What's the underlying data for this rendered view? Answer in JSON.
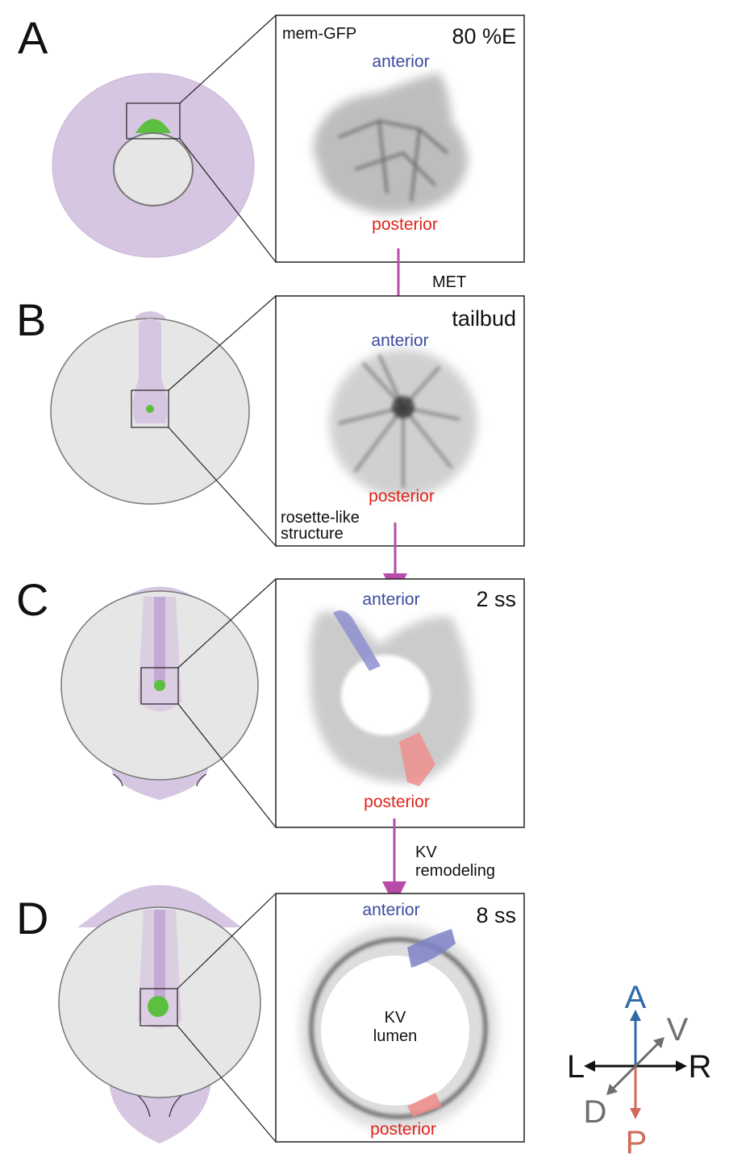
{
  "panels": {
    "a": {
      "letter": "A",
      "marker": "mem-GFP",
      "stage": "80 %E",
      "anterior": "anterior",
      "posterior": "posterior"
    },
    "b": {
      "letter": "B",
      "stage": "tailbud",
      "anterior": "anterior",
      "posterior": "posterior",
      "note_line1": "rosette-like",
      "note_line2": "structure"
    },
    "c": {
      "letter": "C",
      "stage": "2 ss",
      "anterior": "anterior",
      "posterior": "posterior"
    },
    "d": {
      "letter": "D",
      "stage": "8 ss",
      "anterior": "anterior",
      "posterior": "posterior",
      "lumen_line1": "KV",
      "lumen_line2": "lumen"
    }
  },
  "transitions": {
    "ab": "MET",
    "cd_line1": "KV",
    "cd_line2": "remodeling"
  },
  "axes": {
    "a": "A",
    "p": "P",
    "l": "L",
    "r": "R",
    "v": "V",
    "d": "D"
  },
  "colors": {
    "anterior_text": "#3b4aa0",
    "posterior_text": "#e0241b",
    "arrow": "#b84aa8",
    "embryo_purple": "#d7c6e2",
    "yolk_grey": "#e6e6e6",
    "kv_green": "#5cbf3f",
    "axis_blue": "#2f6aa6",
    "axis_red": "#d06a5a",
    "axis_grey": "#6e6e6e"
  },
  "icons": [
    "zoom-lines",
    "flow-arrow",
    "body-axes-compass"
  ]
}
